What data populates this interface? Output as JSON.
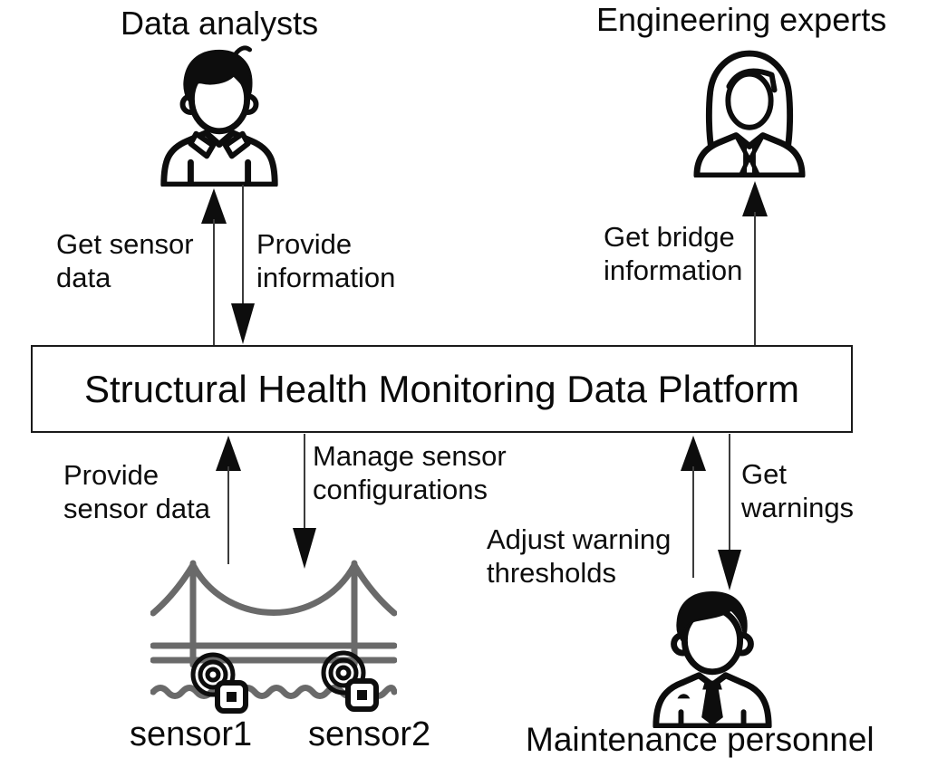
{
  "platform": {
    "title": "Structural Health Monitoring Data Platform"
  },
  "actors": {
    "data_analysts": {
      "label": "Data analysts"
    },
    "engineering_experts": {
      "label": "Engineering experts"
    },
    "maintenance_personnel": {
      "label": "Maintenance personnel"
    },
    "sensor1": {
      "label": "sensor1"
    },
    "sensor2": {
      "label": "sensor2"
    }
  },
  "flows": {
    "get_sensor_data": {
      "label": "Get sensor\ndata",
      "arrow_direction": "up-to-actor"
    },
    "provide_information": {
      "label": "Provide\ninformation",
      "arrow_direction": "down-to-platform"
    },
    "get_bridge_information": {
      "label": "Get bridge\ninformation",
      "arrow_direction": "up-to-actor"
    },
    "provide_sensor_data": {
      "label": "Provide\nsensor data",
      "arrow_direction": "up-to-platform"
    },
    "manage_sensor_configurations": {
      "label": "Manage sensor\nconfigurations",
      "arrow_direction": "down-to-sensors"
    },
    "adjust_warning_thresholds": {
      "label": "Adjust warning\nthresholds",
      "arrow_direction": "up-to-platform"
    },
    "get_warnings": {
      "label": "Get\nwarnings",
      "arrow_direction": "down-to-actor"
    }
  },
  "icons": {
    "data_analysts": "male-person-icon",
    "engineering_experts": "female-person-icon",
    "maintenance_personnel": "male-person-with-tie-icon",
    "bridge": "suspension-bridge-icon",
    "sensors": "wireless-sensor-icon"
  },
  "colors": {
    "ink": "#0d0d0d",
    "bridge_gray": "#6a6a6a",
    "background": "#ffffff"
  }
}
